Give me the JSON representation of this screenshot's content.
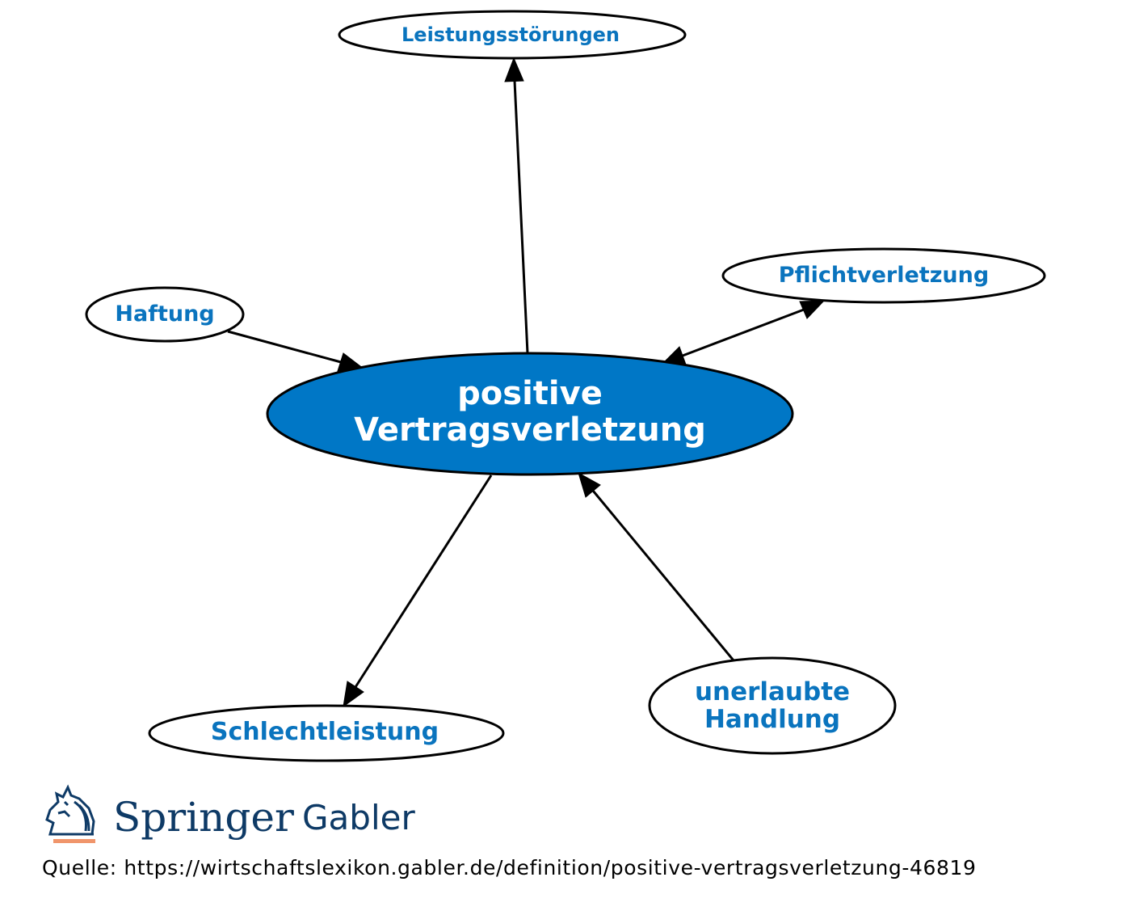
{
  "diagram": {
    "center": {
      "line1": "positive",
      "line2": "Vertragsverletzung"
    },
    "nodes": {
      "leistungsstoerungen": "Leistungsstörungen",
      "pflichtverletzung": "Pflichtverletzung",
      "haftung": "Haftung",
      "schlechtleistung": "Schlechtleistung",
      "unerlaubte_line1": "unerlaubte",
      "unerlaubte_line2": "Handlung"
    },
    "colors": {
      "center_fill": "#0077c6",
      "node_text": "#0a74be",
      "logo_text": "#0e3a66",
      "logo_underline": "#f0956b"
    }
  },
  "logo": {
    "word1": "Springer",
    "word2": "Gabler"
  },
  "source": {
    "text": "Quelle: https://wirtschaftslexikon.gabler.de/definition/positive-vertragsverletzung-46819"
  }
}
